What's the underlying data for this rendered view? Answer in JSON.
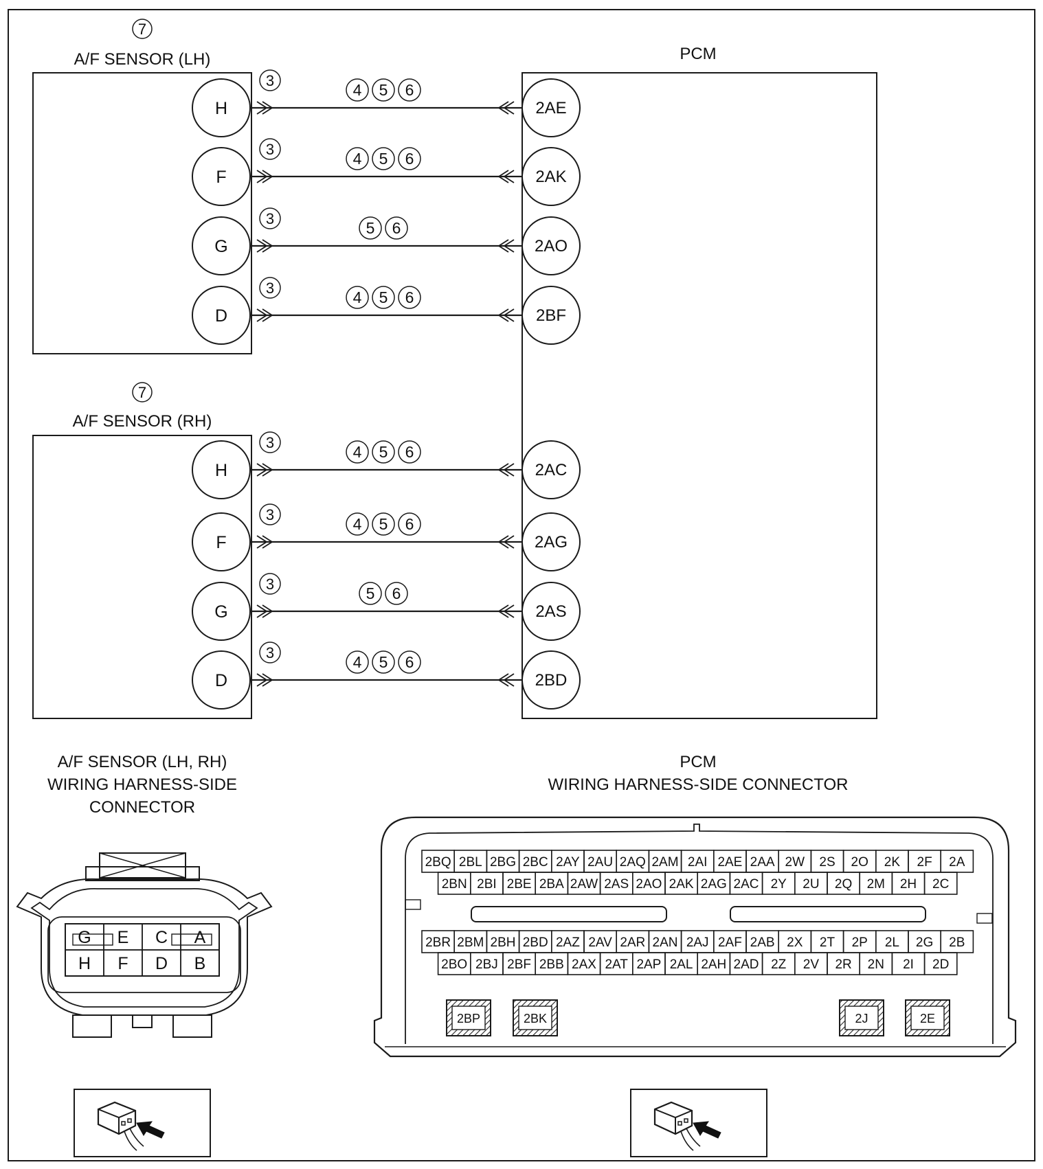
{
  "diagram": {
    "sensors": [
      {
        "index_label": "7",
        "title": "A/F SENSOR (LH)",
        "pins": [
          {
            "name": "H",
            "harness_mark": "3",
            "wire_marks": [
              "4",
              "5",
              "6"
            ],
            "pcm_terminal": "2AE"
          },
          {
            "name": "F",
            "harness_mark": "3",
            "wire_marks": [
              "4",
              "5",
              "6"
            ],
            "pcm_terminal": "2AK"
          },
          {
            "name": "G",
            "harness_mark": "3",
            "wire_marks": [
              "5",
              "6"
            ],
            "pcm_terminal": "2AO"
          },
          {
            "name": "D",
            "harness_mark": "3",
            "wire_marks": [
              "4",
              "5",
              "6"
            ],
            "pcm_terminal": "2BF"
          }
        ]
      },
      {
        "index_label": "7",
        "title": "A/F SENSOR (RH)",
        "pins": [
          {
            "name": "H",
            "harness_mark": "3",
            "wire_marks": [
              "4",
              "5",
              "6"
            ],
            "pcm_terminal": "2AC"
          },
          {
            "name": "F",
            "harness_mark": "3",
            "wire_marks": [
              "4",
              "5",
              "6"
            ],
            "pcm_terminal": "2AG"
          },
          {
            "name": "G",
            "harness_mark": "3",
            "wire_marks": [
              "5",
              "6"
            ],
            "pcm_terminal": "2AS"
          },
          {
            "name": "D",
            "harness_mark": "3",
            "wire_marks": [
              "4",
              "5",
              "6"
            ],
            "pcm_terminal": "2BD"
          }
        ]
      }
    ],
    "pcm_title": "PCM",
    "sensor_connector": {
      "title_lines": [
        "A/F SENSOR (LH, RH)",
        "WIRING HARNESS-SIDE",
        "CONNECTOR"
      ],
      "rows": [
        [
          "G",
          "E",
          "C",
          "A"
        ],
        [
          "H",
          "F",
          "D",
          "B"
        ]
      ]
    },
    "pcm_connector": {
      "title_lines": [
        "PCM",
        "WIRING HARNESS-SIDE CONNECTOR"
      ],
      "upper_rows": [
        [
          "2BQ",
          "2BL",
          "2BG",
          "2BC",
          "2AY",
          "2AU",
          "2AQ",
          "2AM",
          "2AI",
          "2AE",
          "2AA",
          "2W",
          "2S",
          "2O",
          "2K",
          "2F",
          "2A"
        ],
        [
          "2BN",
          "2BI",
          "2BE",
          "2BA",
          "2AW",
          "2AS",
          "2AO",
          "2AK",
          "2AG",
          "2AC",
          "2Y",
          "2U",
          "2Q",
          "2M",
          "2H",
          "2C"
        ]
      ],
      "lower_rows": [
        [
          "2BR",
          "2BM",
          "2BH",
          "2BD",
          "2AZ",
          "2AV",
          "2AR",
          "2AN",
          "2AJ",
          "2AF",
          "2AB",
          "2X",
          "2T",
          "2P",
          "2L",
          "2G",
          "2B"
        ],
        [
          "2BO",
          "2BJ",
          "2BF",
          "2BB",
          "2AX",
          "2AT",
          "2AP",
          "2AL",
          "2AH",
          "2AD",
          "2Z",
          "2V",
          "2R",
          "2N",
          "2I",
          "2D"
        ]
      ],
      "hatched_terminals": [
        "2BP",
        "2BK",
        "2J",
        "2E"
      ]
    },
    "view_direction_icons": [
      "harness-side-view-icon",
      "harness-side-view-icon"
    ]
  }
}
